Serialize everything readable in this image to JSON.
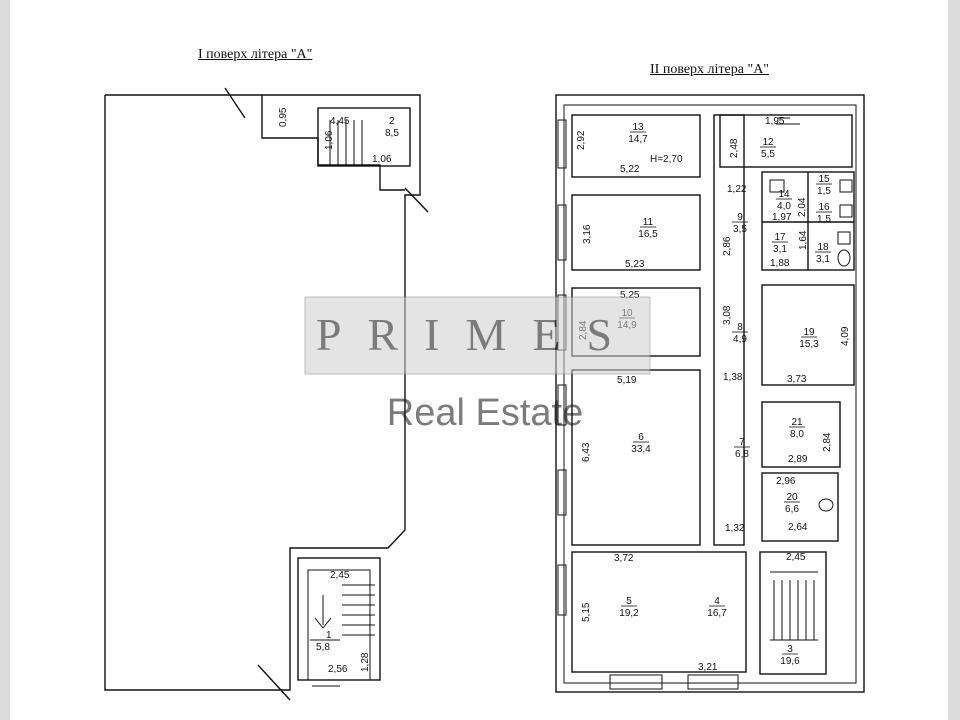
{
  "titles": {
    "floor1": "I поверх  літера \"А\"",
    "floor2": "II поверх  літера \"А\""
  },
  "watermark": {
    "logo": "PRIMES",
    "tagline": "Real Estate"
  },
  "floor1": {
    "stair_top_dims": [
      "0,95",
      "4,45",
      "1,06",
      "1,06"
    ],
    "stair_top_room": {
      "number": "2",
      "area": "8,5"
    },
    "stair_bottom_dims": [
      "2,45",
      "2,56",
      "1,28"
    ],
    "stair_bottom_room": {
      "number": "1",
      "area": "5,8"
    }
  },
  "floor2": {
    "rooms": [
      {
        "number": "13",
        "area": "14,7"
      },
      {
        "number": "12",
        "area": "5,5"
      },
      {
        "number": "14",
        "area": "4,0"
      },
      {
        "number": "15",
        "area": "1,5"
      },
      {
        "number": "16",
        "area": "1,5"
      },
      {
        "number": "11",
        "area": "16,5"
      },
      {
        "number": "9",
        "area": "3,5"
      },
      {
        "number": "17",
        "area": "3,1"
      },
      {
        "number": "18",
        "area": "3,1"
      },
      {
        "number": "10",
        "area": "14,9"
      },
      {
        "number": "8",
        "area": "4,9"
      },
      {
        "number": "19",
        "area": "15,3"
      },
      {
        "number": "21",
        "area": "8,0"
      },
      {
        "number": "6",
        "area": "33,4"
      },
      {
        "number": "7",
        "area": "6,8"
      },
      {
        "number": "20",
        "area": "6,6"
      },
      {
        "number": "5",
        "area": "19,2"
      },
      {
        "number": "4",
        "area": "16,7"
      },
      {
        "number": "3",
        "area": "19,6"
      }
    ],
    "dims": [
      "2,92",
      "5,22",
      "H=2,70",
      "2,48",
      "1,95",
      "1,22",
      "2,04",
      "1,97",
      "3,16",
      "5,23",
      "2,86",
      "1,64",
      "1,88",
      "5,25",
      "2,84",
      "3,08",
      "4,09",
      "5,19",
      "1,38",
      "3,73",
      "6,43",
      "2,84",
      "2,89",
      "2,96",
      "2,64",
      "1,32",
      "3,72",
      "2,45",
      "5,15",
      "3,21"
    ]
  }
}
